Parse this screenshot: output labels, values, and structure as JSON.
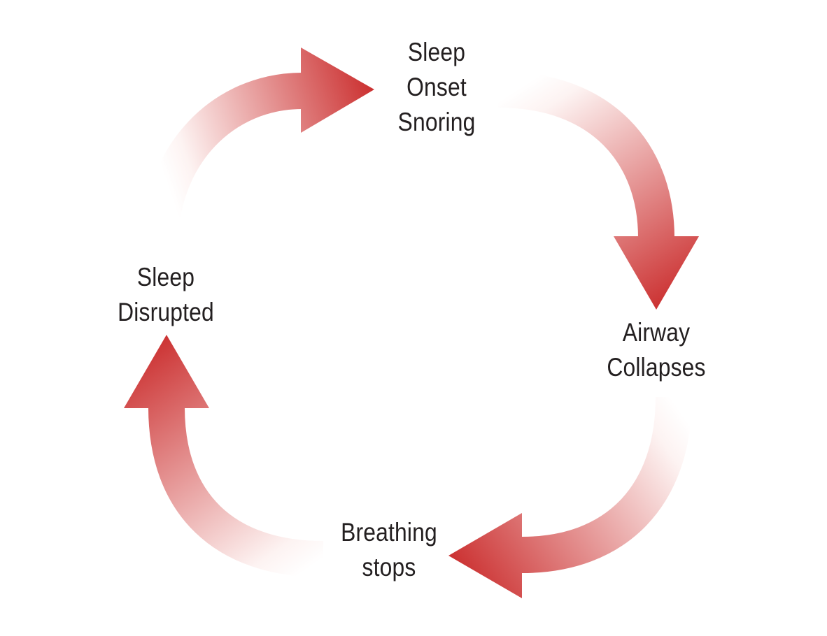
{
  "diagram": {
    "type": "cycle",
    "arrow_color": "#cc3333",
    "arrow_fade_color": "#ffffff",
    "nodes": [
      {
        "id": "sleep-onset-snoring",
        "lines": [
          "Sleep",
          "Onset",
          "Snoring"
        ]
      },
      {
        "id": "airway-collapses",
        "lines": [
          "Airway",
          "Collapses"
        ]
      },
      {
        "id": "breathing-stops",
        "lines": [
          "Breathing",
          "stops"
        ]
      },
      {
        "id": "sleep-disrupted",
        "lines": [
          "Sleep",
          "Disrupted"
        ]
      }
    ],
    "edges": [
      {
        "from": "sleep-disrupted",
        "to": "sleep-onset-snoring"
      },
      {
        "from": "sleep-onset-snoring",
        "to": "airway-collapses"
      },
      {
        "from": "airway-collapses",
        "to": "breathing-stops"
      },
      {
        "from": "breathing-stops",
        "to": "sleep-disrupted"
      }
    ]
  }
}
